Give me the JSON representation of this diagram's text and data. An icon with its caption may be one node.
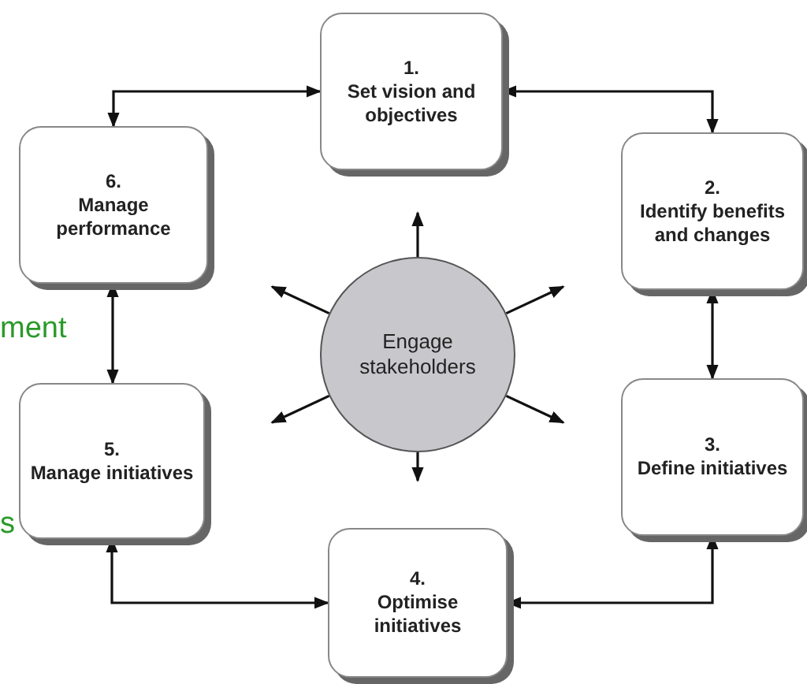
{
  "diagram": {
    "nodes": [
      {
        "text": [
          "1.",
          "Set vision and objectives"
        ]
      },
      {
        "text": [
          "2.",
          "Identify benefits and changes"
        ]
      },
      {
        "text": [
          "3.",
          "Define initiatives"
        ]
      },
      {
        "text": [
          "4.",
          "Optimise initiatives"
        ]
      },
      {
        "text": [
          "5.",
          "Manage initiatives"
        ]
      },
      {
        "text": [
          "6.",
          "Manage performance"
        ]
      },
      {
        "text": [
          "Engage stakeholders"
        ]
      }
    ],
    "edges": [
      {
        "from": 5,
        "to": 0,
        "arrow": "both"
      },
      {
        "from": 0,
        "to": 1,
        "arrow": "both"
      },
      {
        "from": 1,
        "to": 2,
        "arrow": "both"
      },
      {
        "from": 2,
        "to": 3,
        "arrow": "both"
      },
      {
        "from": 3,
        "to": 4,
        "arrow": "both"
      },
      {
        "from": 4,
        "to": 5,
        "arrow": "both"
      },
      {
        "from": 6,
        "to": null,
        "arrow": "to"
      },
      {
        "from": 6,
        "to": null,
        "arrow": "to"
      },
      {
        "from": 6,
        "to": null,
        "arrow": "to"
      },
      {
        "from": 6,
        "to": null,
        "arrow": "to"
      },
      {
        "from": 6,
        "to": null,
        "arrow": "to"
      },
      {
        "from": 6,
        "to": null,
        "arrow": "to"
      }
    ],
    "labels": [
      "ment",
      "s"
    ]
  }
}
